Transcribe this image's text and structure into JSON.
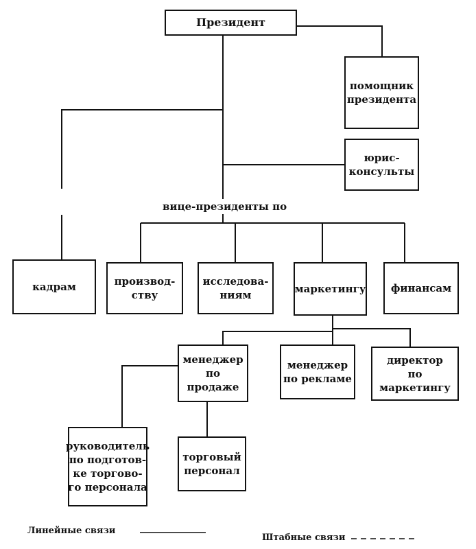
{
  "chart": {
    "president": "Президент",
    "assistant": "помощник\nпрезидента",
    "lawyers": "юрис-\nконсульты",
    "vp_label": "вице-президенты по",
    "vp": {
      "hr": "кадрам",
      "production": "производ-\nству",
      "research": "исследова-\nниям",
      "marketing": "маркетингу",
      "finance": "финансам"
    },
    "marketing_sub": {
      "sales_manager": "менеджер\nпо продаже",
      "ad_manager": "менеджер\nпо рекламе",
      "marketing_director": "директор\nпо маркетингу"
    },
    "sales_sub": {
      "training_head": "руководитель\nпо подготов-\nке торгово-\nго персонала",
      "sales_staff": "торговый\nперсонал"
    }
  },
  "legend": {
    "line": "Линейные связи",
    "staff": "Штабные связи"
  }
}
